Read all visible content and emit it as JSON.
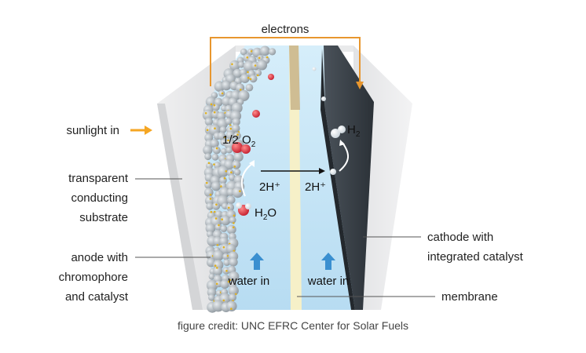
{
  "labels": {
    "electrons": "electrons",
    "sunlight": "sunlight in",
    "substrate": [
      "transparent",
      "conducting",
      "substrate"
    ],
    "anode": [
      "anode with",
      "chromophore",
      "and catalyst"
    ],
    "cathode": [
      "cathode with",
      "integrated catalyst"
    ],
    "membrane": "membrane",
    "water_left": "water in",
    "water_right": "water in",
    "h2o_base": "H",
    "h2o_sub": "2",
    "h2o_tail": "O",
    "o2_base": "1/2 O",
    "o2_sub": "2",
    "h2_base": "H",
    "h2_sub": "2",
    "proton_left": "2H⁺",
    "proton_right": "2H⁺"
  },
  "credit": "figure credit: UNC EFRC Center for Solar Fuels",
  "colors": {
    "electron_wire": "#e8962e",
    "sunlight_arrow": "#f5a623",
    "water": "#bfe3f5",
    "membrane": "#f6f0c8",
    "cathode": "#3a4149",
    "frame": "#e6e7e8",
    "water_arrow": "#3a8fd0",
    "oxygen": "#e03a4a"
  },
  "icons": [
    "sunlight-arrow-icon",
    "water-flow-arrow-icon",
    "proton-arrow-icon"
  ]
}
